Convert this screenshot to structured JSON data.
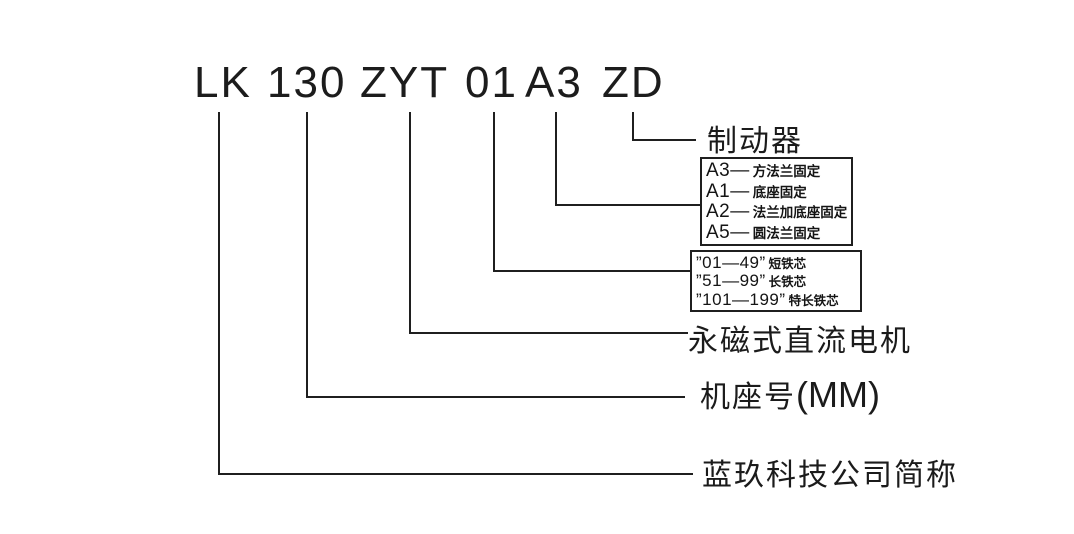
{
  "code": {
    "segments": [
      {
        "id": "LK",
        "text": "LK"
      },
      {
        "id": "130",
        "text": "130"
      },
      {
        "id": "ZYT",
        "text": "ZYT"
      },
      {
        "id": "01",
        "text": "01"
      },
      {
        "id": "A3",
        "text": "A3"
      },
      {
        "id": "ZD",
        "text": "ZD"
      }
    ]
  },
  "labels": {
    "zd": "制动器",
    "zyt": "永磁式直流电机",
    "frame_prefix": "机座号",
    "frame_parens": "(MM)",
    "lk": "蓝玖科技公司简称"
  },
  "a_box": {
    "rows": [
      {
        "code": "A3—",
        "label": "方法兰固定"
      },
      {
        "code": "A1—",
        "label": "底座固定"
      },
      {
        "code": "A2—",
        "label": "法兰加底座固定"
      },
      {
        "code": "A5—",
        "label": "圆法兰固定"
      }
    ]
  },
  "core_box": {
    "rows": [
      {
        "code": "”01—49”",
        "label": "短铁芯"
      },
      {
        "code": "”51—99”",
        "label": "长铁芯"
      },
      {
        "code": "”101—199”",
        "label": "特长铁芯"
      }
    ]
  },
  "colors": {
    "line": "#1f1f1f",
    "text": "#1a1a1a",
    "background": "#ffffff"
  }
}
